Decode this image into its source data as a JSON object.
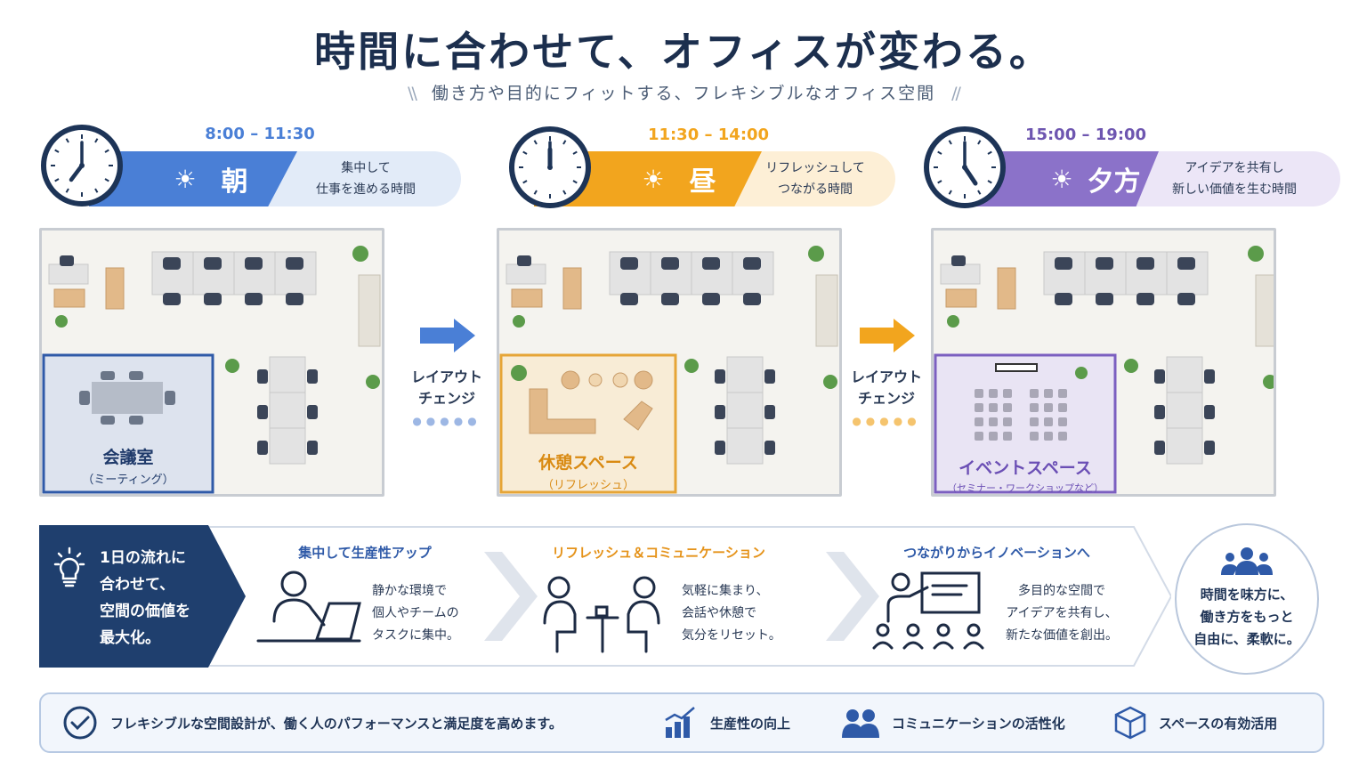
{
  "title": "時間に合わせて、オフィスが変わる。",
  "subtitle": "働き方や目的にフィットする、フレキシブルなオフィス空間",
  "subtitle_slashes": {
    "left": "\\\\",
    "right": "//"
  },
  "colors": {
    "navy": "#1d3457",
    "morning": "#4a7fd6",
    "noon": "#f2a51e",
    "evening": "#8b72c9"
  },
  "phases": [
    {
      "time": "8:00 – 11:30",
      "icon": "sun-icon",
      "label": "朝",
      "desc1": "集中して",
      "desc2": "仕事を進める時間",
      "zone": "会議室",
      "zone_sub": "（ミーティング）"
    },
    {
      "time": "11:30 – 14:00",
      "icon": "sun-icon",
      "label": "昼",
      "desc1": "リフレッシュして",
      "desc2": "つながる時間",
      "zone": "休憩スペース",
      "zone_sub": "（リフレッシュ）"
    },
    {
      "time": "15:00 – 19:00",
      "icon": "sunset-icon",
      "label": "夕方",
      "desc1": "アイデアを共有し",
      "desc2": "新しい価値を生む時間",
      "zone": "イベントスペース",
      "zone_sub": "（セミナー・ワークショップなど）"
    }
  ],
  "layout_change": {
    "line1": "レイアウト",
    "line2": "チェンジ",
    "dots": "●●●●●"
  },
  "flow": {
    "intro": [
      "1日の流れに",
      "合わせて、",
      "空間の価値を",
      "最大化。"
    ],
    "steps": [
      {
        "title": "集中して生産性アップ",
        "lines": [
          "静かな環境で",
          "個人やチームの",
          "タスクに集中。"
        ]
      },
      {
        "title": "リフレッシュ＆コミュニケーション",
        "lines": [
          "気軽に集まり、",
          "会話や休憩で",
          "気分をリセット。"
        ]
      },
      {
        "title": "つながりからイノベーションへ",
        "lines": [
          "多目的な空間で",
          "アイデアを共有し、",
          "新たな価値を創出。"
        ]
      }
    ],
    "closing": [
      "時間を味方に、",
      "働き方をもっと",
      "自由に、柔軟に。"
    ]
  },
  "bottom": {
    "main": "フレキシブルな空間設計が、働く人のパフォーマンスと満足度を高めます。",
    "items": [
      "生産性の向上",
      "コミュニケーションの活性化",
      "スペースの有効活用"
    ]
  }
}
